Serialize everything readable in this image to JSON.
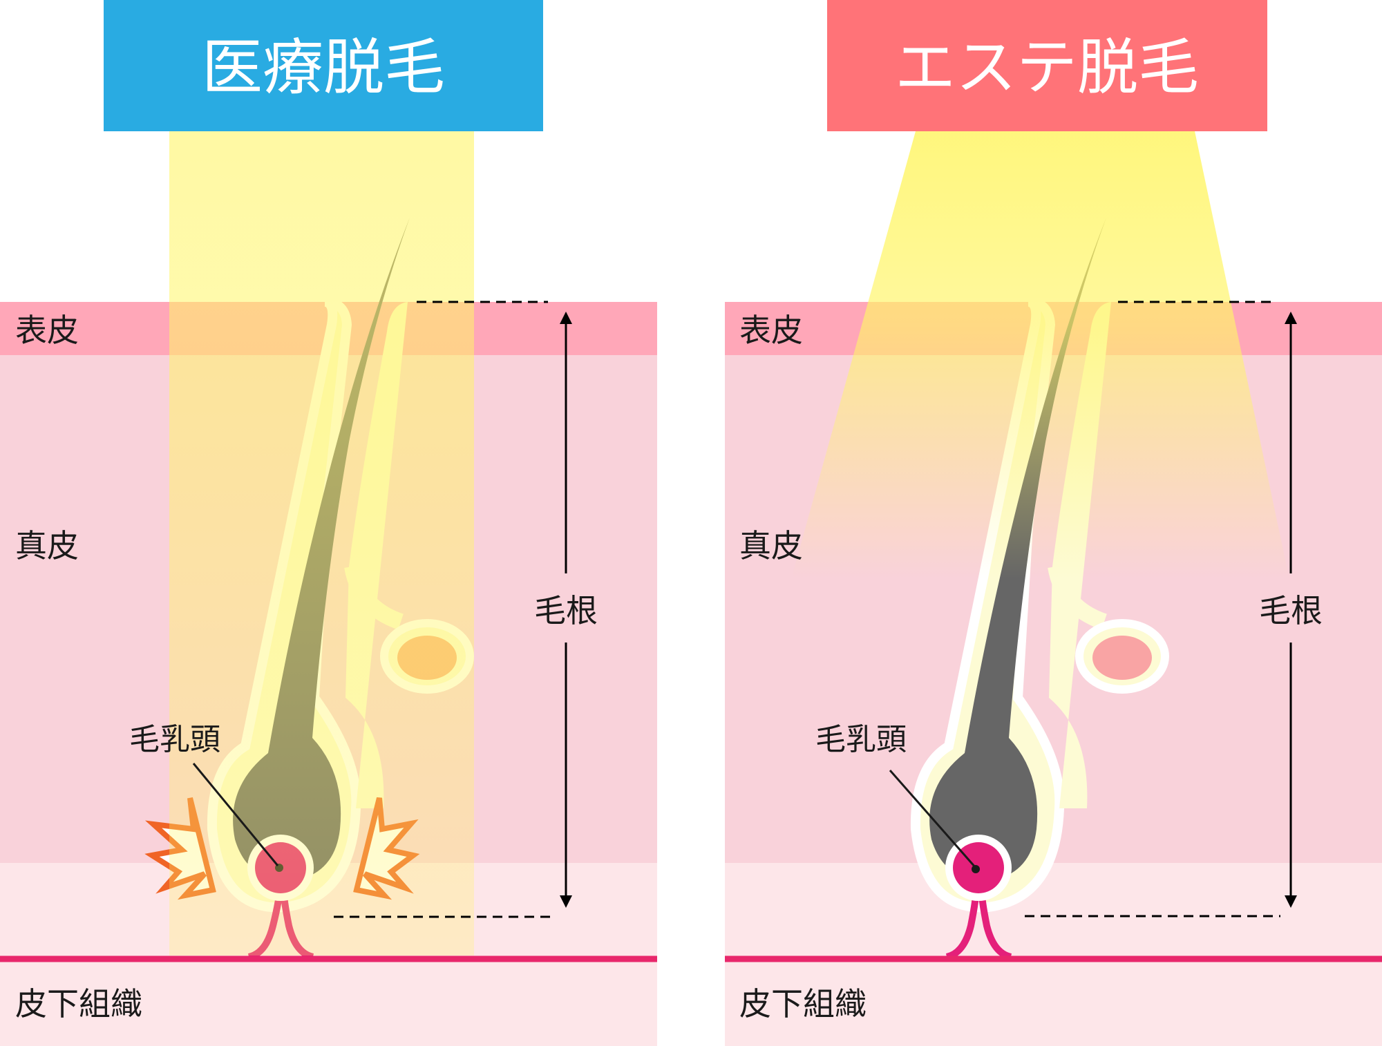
{
  "colors": {
    "medical_title_bg": "#29abe2",
    "esthetic_title_bg": "#ff7378",
    "epidermis": "#ffa7b8",
    "dermis": "#f9d2da",
    "subcutis": "#fde6e9",
    "boundary_line": "#e8276b",
    "papilla": "#e4207a",
    "hair": "#666666",
    "sheath": "#fdfbd4",
    "light": "#fff566",
    "gland_medical": "#fbb07a",
    "gland_esthetic": "#f9a4a4",
    "burst": "#f06426"
  },
  "panels": [
    {
      "id": "medical",
      "title": "医療脱毛",
      "labels": {
        "epidermis": "表皮",
        "dermis": "真皮",
        "subcutis": "皮下組織",
        "root": "毛根",
        "papilla": "毛乳頭"
      },
      "light_type": "narrow-beam",
      "papilla_effect": "heat-burst"
    },
    {
      "id": "esthetic",
      "title": "エステ脱毛",
      "labels": {
        "epidermis": "表皮",
        "dermis": "真皮",
        "subcutis": "皮下組織",
        "root": "毛根",
        "papilla": "毛乳頭"
      },
      "light_type": "diffuse-cone",
      "papilla_effect": "none"
    }
  ]
}
